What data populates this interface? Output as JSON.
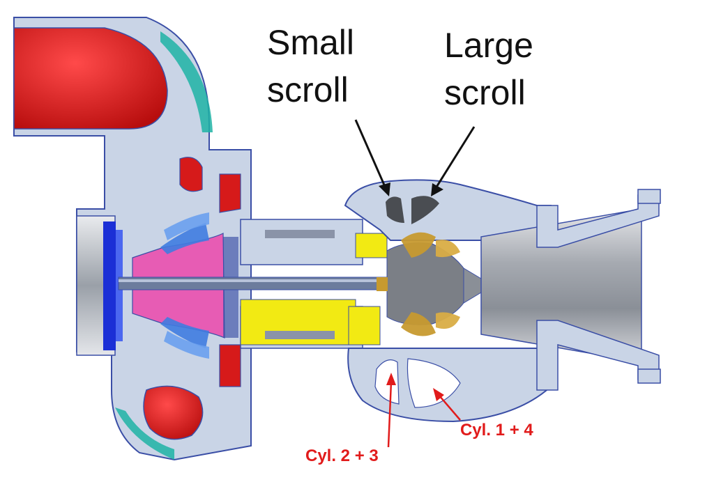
{
  "labels": {
    "small_scroll_line1": "Small",
    "small_scroll_line2": "scroll",
    "large_scroll_line1": "Large",
    "large_scroll_line2": "scroll",
    "cyl_2_3": "Cyl. 2 + 3",
    "cyl_1_4": "Cyl. 1 + 4"
  },
  "colors": {
    "housing": "#c9d4e6",
    "outline": "#3a4ea6",
    "inlet": "#d61a1a",
    "compressor_wheel": "#e75cb4",
    "blade_blue": "#3f7ce0",
    "bearing": "#f2ea13",
    "turbine_wheel": "#7b7f86",
    "turbine_blades": "#c79a2f",
    "exhaust": "#8d929a",
    "teal": "#1fb3a5",
    "annotation_black": "#111111",
    "annotation_red": "#e11b1b"
  }
}
